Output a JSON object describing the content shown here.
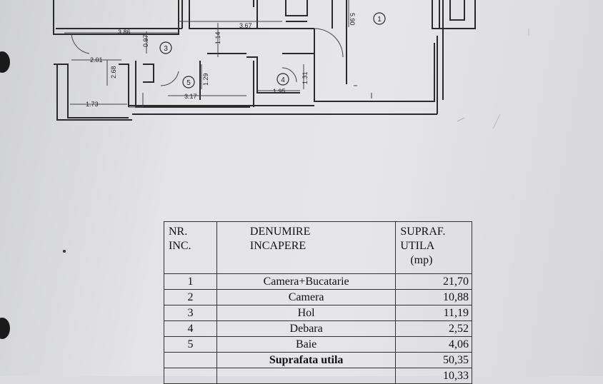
{
  "plan": {
    "dimensions": [
      "3.86",
      "0.97",
      "3.67",
      "1.14",
      "5.90",
      "2.01",
      "2.68",
      "1.29",
      "3.17",
      "1.95",
      "1.31",
      "1.73"
    ],
    "room_tags": [
      "1",
      "3",
      "5",
      "4"
    ]
  },
  "table": {
    "headers": {
      "nr": [
        "NR.",
        "INC."
      ],
      "name": [
        "DENUMIRE",
        "INCAPERE"
      ],
      "area": [
        "SUPRAF.",
        "UTILA",
        "(mp)"
      ]
    },
    "rows": [
      {
        "nr": "1",
        "name": "Camera+Bucatarie",
        "area": "21,70"
      },
      {
        "nr": "2",
        "name": "Camera",
        "area": "10,88"
      },
      {
        "nr": "3",
        "name": "Hol",
        "area": "11,19"
      },
      {
        "nr": "4",
        "name": "Debara",
        "area": "2,52"
      },
      {
        "nr": "5",
        "name": "Baie",
        "area": "4,06"
      }
    ],
    "total": {
      "label": "Suprafata utila",
      "area": "50,35"
    },
    "partial_row": {
      "area": "10,33"
    }
  }
}
